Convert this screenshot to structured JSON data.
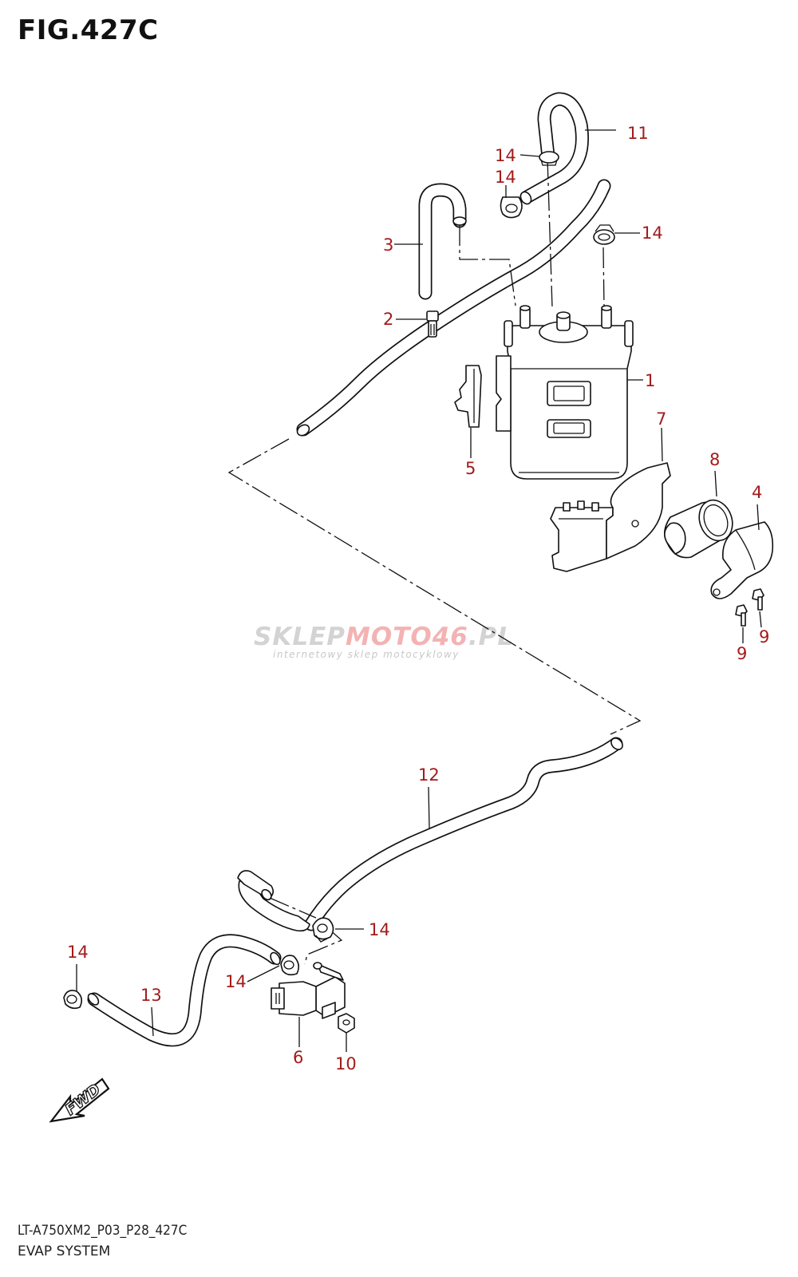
{
  "figure": {
    "title": "FIG.427C",
    "model_code": "LT-A750XM2_P03_P28_427C",
    "section_title": "EVAP SYSTEM"
  },
  "watermark": {
    "brand_left": "SKLEP",
    "brand_accent": "MOTO46",
    "brand_right": ".PL",
    "tagline": "internetowy sklep motocyklowy"
  },
  "direction_marker": {
    "label": "FWD",
    "icon": "forward-arrow-icon"
  },
  "parts": [
    {
      "ref": "1",
      "name": "canister"
    },
    {
      "ref": "2",
      "name": "hose-connector"
    },
    {
      "ref": "3",
      "name": "u-hose"
    },
    {
      "ref": "4",
      "name": "bracket-clamp"
    },
    {
      "ref": "5",
      "name": "canister-clip"
    },
    {
      "ref": "6",
      "name": "purge-solenoid-valve"
    },
    {
      "ref": "7",
      "name": "mounting-bracket"
    },
    {
      "ref": "8",
      "name": "rubber-cushion"
    },
    {
      "ref": "9",
      "name": "bolt"
    },
    {
      "ref": "10",
      "name": "nut"
    },
    {
      "ref": "11",
      "name": "bent-hose"
    },
    {
      "ref": "12",
      "name": "long-purge-hose"
    },
    {
      "ref": "13",
      "name": "short-hose"
    },
    {
      "ref": "14",
      "name": "hose-clamp"
    }
  ],
  "callouts": [
    {
      "id": "c11",
      "text": "11"
    },
    {
      "id": "c14a",
      "text": "14"
    },
    {
      "id": "c14b",
      "text": "14"
    },
    {
      "id": "c14c",
      "text": "14"
    },
    {
      "id": "c3",
      "text": "3"
    },
    {
      "id": "c2",
      "text": "2"
    },
    {
      "id": "c1",
      "text": "1"
    },
    {
      "id": "c5",
      "text": "5"
    },
    {
      "id": "c7",
      "text": "7"
    },
    {
      "id": "c8",
      "text": "8"
    },
    {
      "id": "c4",
      "text": "4"
    },
    {
      "id": "c9a",
      "text": "9"
    },
    {
      "id": "c9b",
      "text": "9"
    },
    {
      "id": "c12",
      "text": "12"
    },
    {
      "id": "c14d",
      "text": "14"
    },
    {
      "id": "c14e",
      "text": "14"
    },
    {
      "id": "c14f",
      "text": "14"
    },
    {
      "id": "c13",
      "text": "13"
    },
    {
      "id": "c6",
      "text": "6"
    },
    {
      "id": "c10",
      "text": "10"
    }
  ],
  "colors": {
    "callout": "#a31b1b",
    "line": "#111111",
    "watermark": "#d3d3d3",
    "watermark_accent": "#f3b3b3"
  }
}
